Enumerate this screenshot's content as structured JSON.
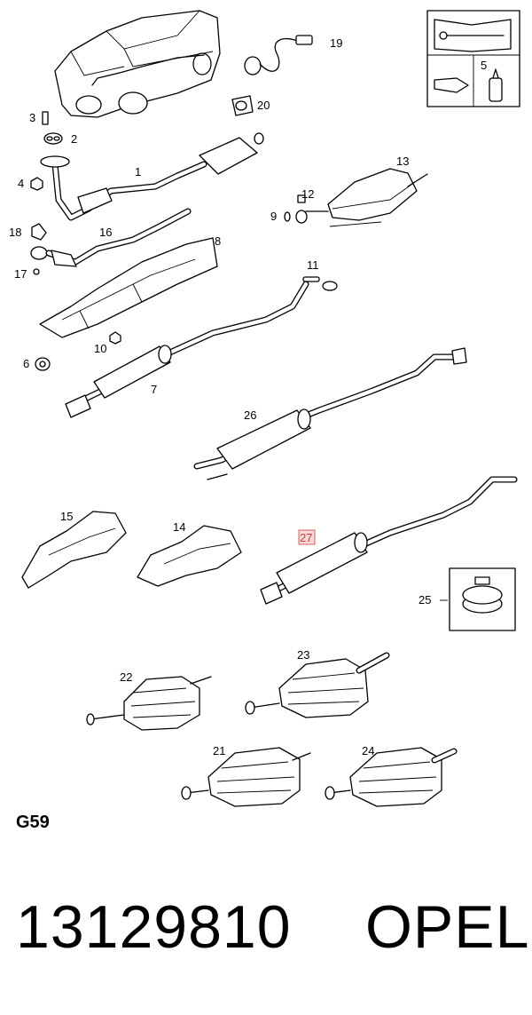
{
  "callouts": {
    "c1": "1",
    "c2": "2",
    "c3": "3",
    "c4": "4",
    "c5": "5",
    "c6": "6",
    "c7": "7",
    "c8": "8",
    "c9": "9",
    "c10": "10",
    "c11": "11",
    "c12": "12",
    "c13": "13",
    "c14": "14",
    "c15": "15",
    "c16": "16",
    "c17": "17",
    "c18": "18",
    "c19": "19",
    "c20": "20",
    "c21": "21",
    "c22": "22",
    "c23": "23",
    "c24": "24",
    "c25": "25",
    "c26": "26",
    "c27": "27"
  },
  "highlighted_callout": "27",
  "highlight_color": "#d03a3a",
  "icons": [
    "manual-wrench-icon",
    "oil-can-icon",
    "grease-tube-icon"
  ],
  "footer": {
    "group_code": "G59",
    "part_number": "13129810",
    "brand": "OPEL"
  }
}
